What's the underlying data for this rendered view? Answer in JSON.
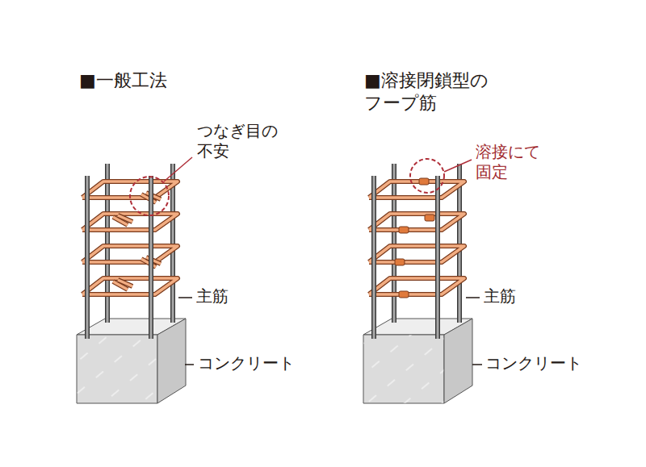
{
  "diagram": {
    "labels": [
      "■一般工法",
      "■溶接閉鎖型の フープ筋",
      "つなぎ目の 不安",
      "主筋",
      "コンクリート",
      "溶接にて 固定",
      "主筋",
      "コンクリート"
    ]
  }
}
